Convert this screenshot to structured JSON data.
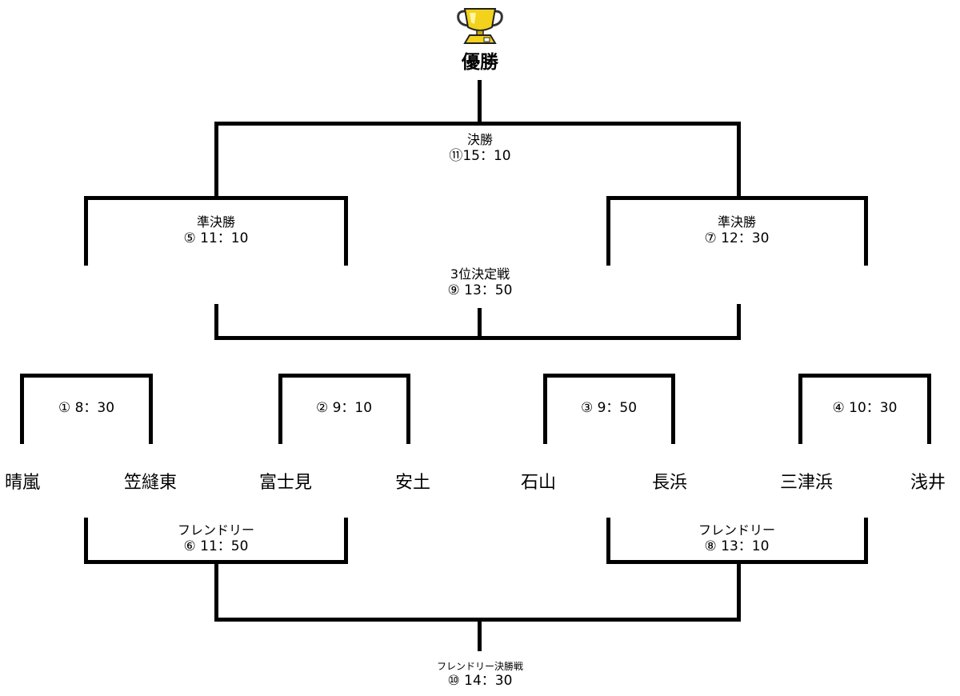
{
  "champion": {
    "label": "優勝",
    "icon": "trophy-icon"
  },
  "final": {
    "label": "決勝",
    "time": "⑪15：10"
  },
  "semifinals": [
    {
      "label": "準決勝",
      "time": "⑤ 11：10"
    },
    {
      "label": "準決勝",
      "time": "⑦ 12：30"
    }
  ],
  "third_place": {
    "label": "3位決定戦",
    "time": "⑨ 13：50"
  },
  "first_round": [
    {
      "time": "① 8：30"
    },
    {
      "time": "② 9：10"
    },
    {
      "time": "③ 9：50"
    },
    {
      "time": "④ 10：30"
    }
  ],
  "teams": [
    "晴嵐",
    "笠縫東",
    "富士見",
    "安土",
    "石山",
    "長浜",
    "三津浜",
    "浅井"
  ],
  "friendly": [
    {
      "label": "フレンドリー",
      "time": "⑥ 11：50"
    },
    {
      "label": "フレンドリー",
      "time": "⑧ 13：10"
    }
  ],
  "friendly_final": {
    "label": "フレンドリー決勝戦",
    "time": "⑩ 14：30"
  }
}
